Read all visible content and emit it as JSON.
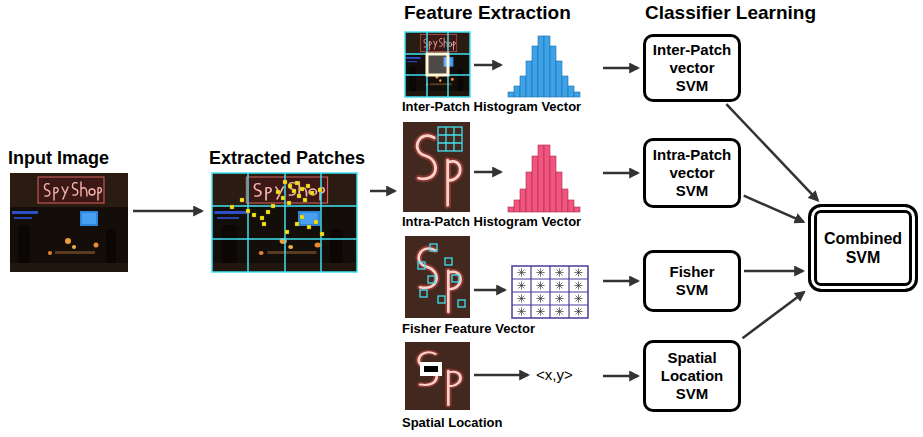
{
  "diagram": {
    "nodes": [
      {
        "text": [
          "Input Image"
        ]
      },
      {
        "text": [
          "Extracted Patches"
        ]
      },
      {
        "text": [
          "Inter-Patch Histogram Vector"
        ]
      },
      {
        "text": [
          "Intra-Patch Histogram Vector"
        ]
      },
      {
        "text": [
          "Fisher Feature Vector"
        ]
      },
      {
        "text": [
          "<x,y>",
          "Spatial Location"
        ]
      },
      {
        "text": [
          "Inter-Patch vector SVM"
        ]
      },
      {
        "text": [
          "Intra-Patch vector SVM"
        ]
      },
      {
        "text": [
          "Fisher SVM"
        ]
      },
      {
        "text": [
          "Spatial Location SVM"
        ]
      },
      {
        "text": [
          "Combined SVM"
        ]
      }
    ],
    "edges": [
      {
        "from": 0,
        "to": 1,
        "arrow": "to"
      },
      {
        "from": 1,
        "to": 3,
        "arrow": "to"
      },
      {
        "from": 2,
        "to": 6,
        "arrow": "to"
      },
      {
        "from": 3,
        "to": 7,
        "arrow": "to"
      },
      {
        "from": 4,
        "to": 8,
        "arrow": "to"
      },
      {
        "from": 5,
        "to": 9,
        "arrow": "to"
      },
      {
        "from": 6,
        "to": 10,
        "arrow": "to"
      },
      {
        "from": 7,
        "to": 10,
        "arrow": "to"
      },
      {
        "from": 8,
        "to": 10,
        "arrow": "to"
      },
      {
        "from": 9,
        "to": 10,
        "arrow": "to"
      }
    ],
    "labels": [
      "Feature Extraction",
      "Classifier Learning"
    ]
  }
}
